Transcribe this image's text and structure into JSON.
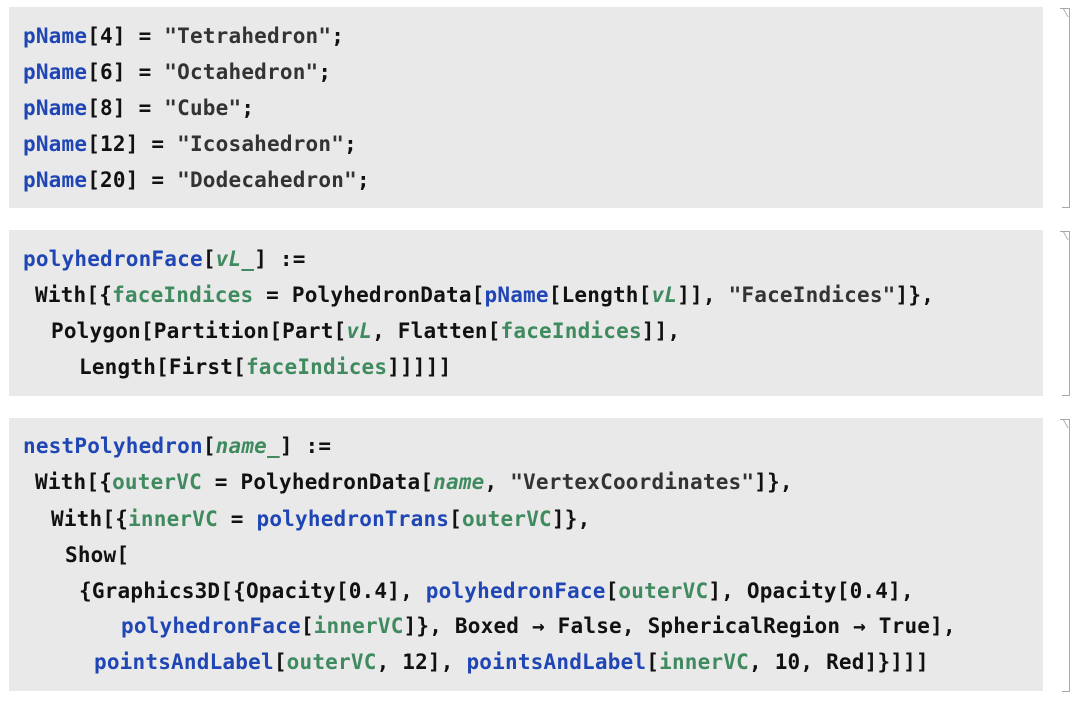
{
  "cells": [
    {
      "lines": [
        [
          {
            "text": "pName",
            "style": "blue"
          },
          {
            "text": "[4] = ",
            "style": "black"
          },
          {
            "text": "\"Tetrahedron\"",
            "style": "gray"
          },
          {
            "text": ";",
            "style": "black"
          }
        ],
        [
          {
            "text": "pName",
            "style": "blue"
          },
          {
            "text": "[6] = ",
            "style": "black"
          },
          {
            "text": "\"Octahedron\"",
            "style": "gray"
          },
          {
            "text": ";",
            "style": "black"
          }
        ],
        [
          {
            "text": "pName",
            "style": "blue"
          },
          {
            "text": "[8] = ",
            "style": "black"
          },
          {
            "text": "\"Cube\"",
            "style": "gray"
          },
          {
            "text": ";",
            "style": "black"
          }
        ],
        [
          {
            "text": "pName",
            "style": "blue"
          },
          {
            "text": "[12] = ",
            "style": "black"
          },
          {
            "text": "\"Icosahedron\"",
            "style": "gray"
          },
          {
            "text": ";",
            "style": "black"
          }
        ],
        [
          {
            "text": "pName",
            "style": "blue"
          },
          {
            "text": "[20] = ",
            "style": "black"
          },
          {
            "text": "\"Dodecahedron\"",
            "style": "gray"
          },
          {
            "text": ";",
            "style": "black"
          }
        ]
      ]
    },
    {
      "lines": [
        [
          {
            "text": "polyhedronFace",
            "style": "blue"
          },
          {
            "text": "[",
            "style": "black"
          },
          {
            "text": "vL_",
            "style": "green-italic"
          },
          {
            "text": "] :=",
            "style": "black"
          }
        ],
        [
          {
            "text": "With[{",
            "style": "black"
          },
          {
            "text": "faceIndices",
            "style": "green"
          },
          {
            "text": " = PolyhedronData[",
            "style": "black"
          },
          {
            "text": "pName",
            "style": "blue"
          },
          {
            "text": "[Length[",
            "style": "black"
          },
          {
            "text": "vL",
            "style": "green-italic"
          },
          {
            "text": "]], ",
            "style": "black"
          },
          {
            "text": "\"FaceIndices\"",
            "style": "gray"
          },
          {
            "text": "]},",
            "style": "black"
          }
        ],
        [
          {
            "text": "Polygon[Partition[Part[",
            "style": "black"
          },
          {
            "text": "vL",
            "style": "green-italic"
          },
          {
            "text": ", Flatten[",
            "style": "black"
          },
          {
            "text": "faceIndices",
            "style": "green"
          },
          {
            "text": "]],",
            "style": "black"
          }
        ],
        [
          {
            "text": "Length[First[",
            "style": "black"
          },
          {
            "text": "faceIndices",
            "style": "green"
          },
          {
            "text": "]]]]]",
            "style": "black"
          }
        ]
      ]
    },
    {
      "lines": [
        [
          {
            "text": "nestPolyhedron",
            "style": "blue"
          },
          {
            "text": "[",
            "style": "black"
          },
          {
            "text": "name_",
            "style": "green-italic"
          },
          {
            "text": "] :=",
            "style": "black"
          }
        ],
        [
          {
            "text": "With[{",
            "style": "black"
          },
          {
            "text": "outerVC",
            "style": "green"
          },
          {
            "text": " = PolyhedronData[",
            "style": "black"
          },
          {
            "text": "name",
            "style": "green-italic"
          },
          {
            "text": ", ",
            "style": "black"
          },
          {
            "text": "\"VertexCoordinates\"",
            "style": "gray"
          },
          {
            "text": "]},",
            "style": "black"
          }
        ],
        [
          {
            "text": "With[{",
            "style": "black"
          },
          {
            "text": "innerVC",
            "style": "green"
          },
          {
            "text": " = ",
            "style": "black"
          },
          {
            "text": "polyhedronTrans",
            "style": "blue"
          },
          {
            "text": "[",
            "style": "black"
          },
          {
            "text": "outerVC",
            "style": "green"
          },
          {
            "text": "]},",
            "style": "black"
          }
        ],
        [
          {
            "text": "Show[",
            "style": "black"
          }
        ],
        [
          {
            "text": "{Graphics3D[{Opacity[0.4], ",
            "style": "black"
          },
          {
            "text": "polyhedronFace",
            "style": "blue"
          },
          {
            "text": "[",
            "style": "black"
          },
          {
            "text": "outerVC",
            "style": "green"
          },
          {
            "text": "], Opacity[0.4],",
            "style": "black"
          }
        ],
        [
          {
            "text": "polyhedronFace",
            "style": "blue"
          },
          {
            "text": "[",
            "style": "black"
          },
          {
            "text": "innerVC",
            "style": "green"
          },
          {
            "text": "]}, Boxed → False, SphericalRegion → True],",
            "style": "black"
          }
        ],
        [
          {
            "text": "pointsAndLabel",
            "style": "blue"
          },
          {
            "text": "[",
            "style": "black"
          },
          {
            "text": "outerVC",
            "style": "green"
          },
          {
            "text": ", 12], ",
            "style": "black"
          },
          {
            "text": "pointsAndLabel",
            "style": "blue"
          },
          {
            "text": "[",
            "style": "black"
          },
          {
            "text": "innerVC",
            "style": "green"
          },
          {
            "text": ", 10, Red]}]]]",
            "style": "black"
          }
        ]
      ]
    }
  ]
}
